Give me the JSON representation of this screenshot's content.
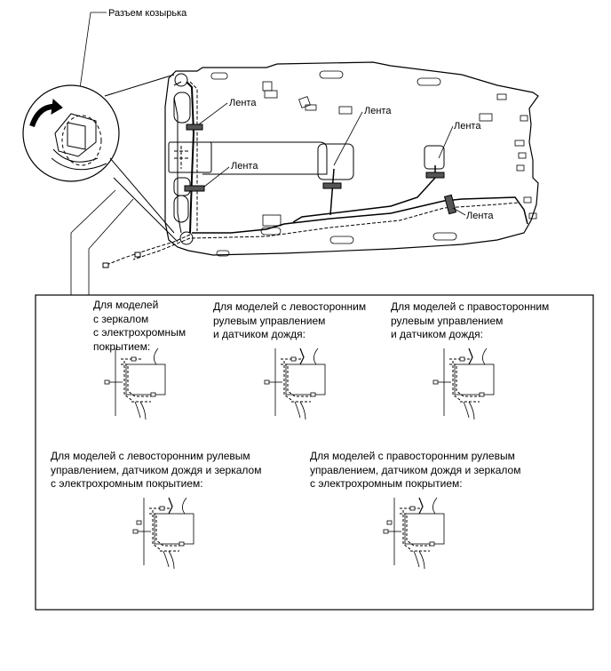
{
  "diagram": {
    "labels": {
      "visor_connector": "Разъем козырька",
      "tape": "Лента"
    },
    "variants": [
      "Для моделей\nс зеркалом\nс электрохромным\nпокрытием:",
      "Для моделей с левосторонним\nрулевым управлением\nи датчиком дождя:",
      "Для моделей с правосторонним\nрулевым управлением\nи датчиком дождя:",
      "Для моделей с левосторонним рулевым\nуправлением, датчиком дождя и зеркалом\nс электрохромным покрытием:",
      "Для моделей с правосторонним рулевым\nуправлением, датчиком дождя и зеркалом\nс электрохромным покрытием:"
    ]
  }
}
